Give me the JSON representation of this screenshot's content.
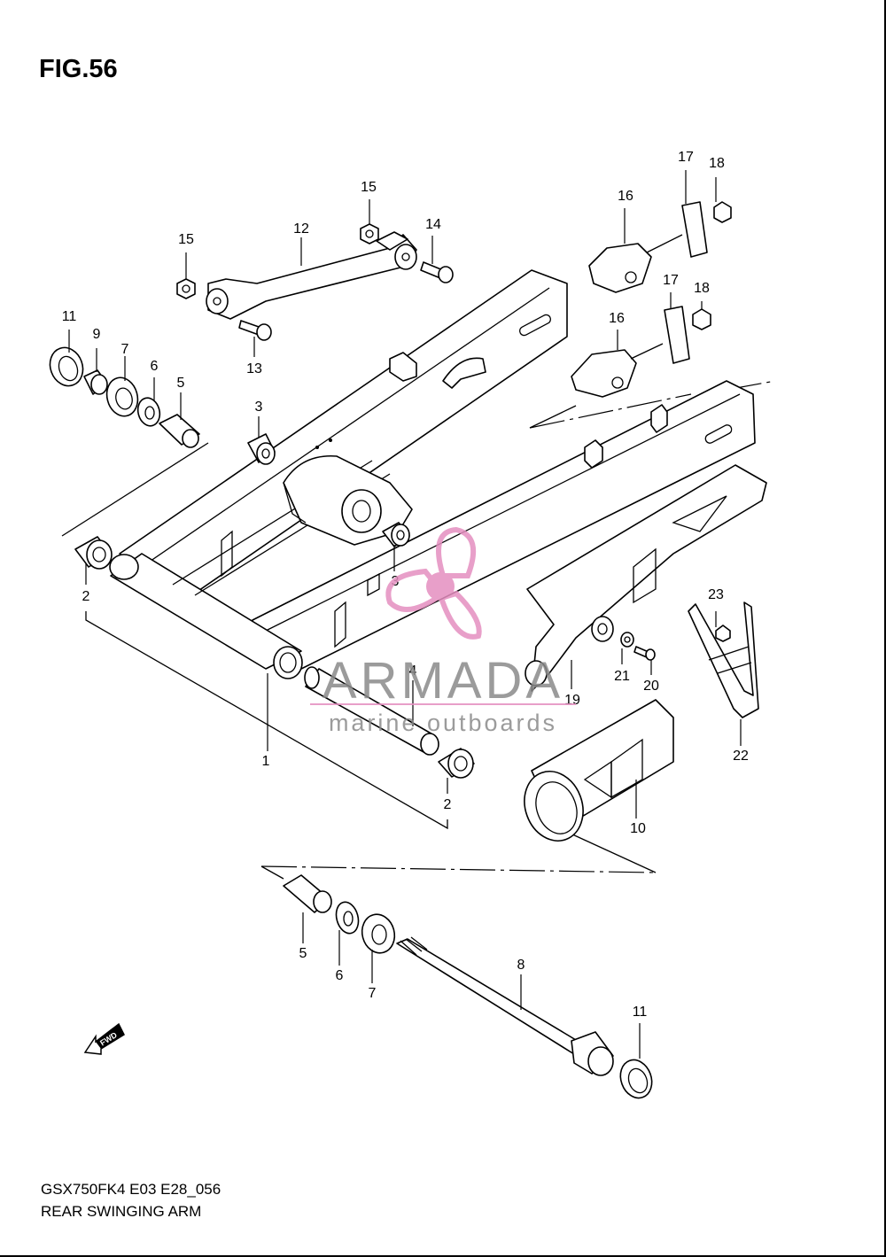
{
  "figure": {
    "title": "FIG.56",
    "model_code": "GSX750FK4 E03 E28_056",
    "name": "REAR SWINGING ARM"
  },
  "callouts": [
    "1",
    "2",
    "2",
    "3",
    "3",
    "4",
    "5",
    "5",
    "6",
    "6",
    "7",
    "7",
    "8",
    "9",
    "10",
    "11",
    "11",
    "12",
    "13",
    "14",
    "15",
    "15",
    "16",
    "16",
    "17",
    "17",
    "18",
    "18",
    "19",
    "20",
    "21",
    "22",
    "23"
  ],
  "watermark": {
    "brand": "ARMADA",
    "tagline": "marine outboards",
    "logo_color": "#e58fc0",
    "text_color": "#8a8a8a"
  },
  "fwd_arrow": {
    "label": "FWD"
  }
}
